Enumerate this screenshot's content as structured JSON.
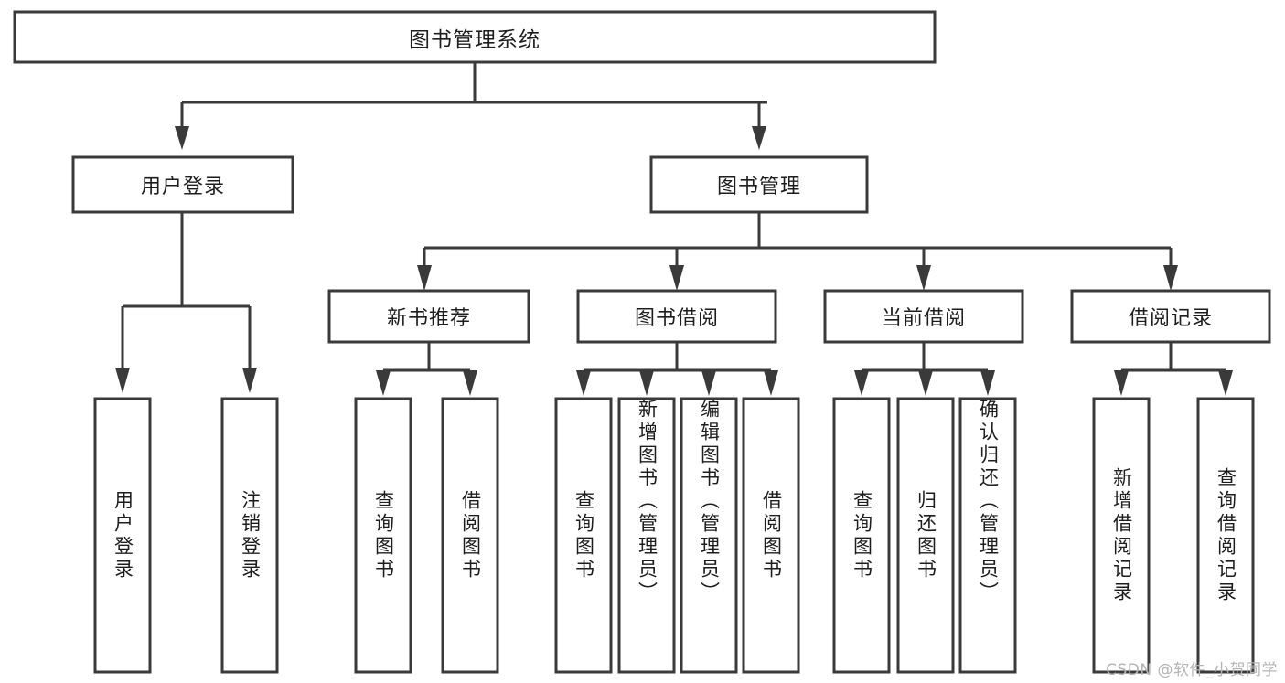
{
  "diagram": {
    "kind": "tree-hierarchy-diagram",
    "title": "图书管理系统",
    "watermark": "CSDN @软件_小贺同学",
    "colors": {
      "stroke": "#3a3a3a",
      "box_fill": "#ffffff",
      "text": "#1d1d1d",
      "background": "#ffffff",
      "watermark": "#b4b4b4"
    },
    "root": {
      "id": "root",
      "label": "图书管理系统",
      "orientation": "horizontal"
    },
    "level2": [
      {
        "id": "user-login",
        "label": "用户登录",
        "orientation": "horizontal"
      },
      {
        "id": "book-management",
        "label": "图书管理",
        "orientation": "horizontal"
      }
    ],
    "level3": [
      {
        "id": "new-book-recommend",
        "label": "新书推荐",
        "orientation": "horizontal",
        "parent": "book-management"
      },
      {
        "id": "book-borrow",
        "label": "图书借阅",
        "orientation": "horizontal",
        "parent": "book-management"
      },
      {
        "id": "current-borrow",
        "label": "当前借阅",
        "orientation": "horizontal",
        "parent": "book-management"
      },
      {
        "id": "borrow-record",
        "label": "借阅记录",
        "orientation": "horizontal",
        "parent": "book-management"
      }
    ],
    "leaves": [
      {
        "id": "leaf-user-login",
        "label": "用户登录",
        "orientation": "vertical",
        "parent": "user-login"
      },
      {
        "id": "leaf-user-logout",
        "label": "注销登录",
        "orientation": "vertical",
        "parent": "user-login"
      },
      {
        "id": "leaf-query-book-1",
        "label": "查询图书",
        "orientation": "vertical",
        "parent": "new-book-recommend"
      },
      {
        "id": "leaf-borrow-book-1",
        "label": "借阅图书",
        "orientation": "vertical",
        "parent": "new-book-recommend"
      },
      {
        "id": "leaf-query-book-2",
        "label": "查询图书",
        "orientation": "vertical",
        "parent": "book-borrow"
      },
      {
        "id": "leaf-add-book",
        "label": "新增图书（管理员）",
        "orientation": "vertical",
        "parent": "book-borrow"
      },
      {
        "id": "leaf-edit-book",
        "label": "编辑图书（管理员）",
        "orientation": "vertical",
        "parent": "book-borrow"
      },
      {
        "id": "leaf-borrow-book-2",
        "label": "借阅图书",
        "orientation": "vertical",
        "parent": "book-borrow"
      },
      {
        "id": "leaf-query-book-3",
        "label": "查询图书",
        "orientation": "vertical",
        "parent": "current-borrow"
      },
      {
        "id": "leaf-return-book",
        "label": "归还图书",
        "orientation": "vertical",
        "parent": "current-borrow"
      },
      {
        "id": "leaf-confirm-return",
        "label": "确认归还（管理员）",
        "orientation": "vertical",
        "parent": "current-borrow"
      },
      {
        "id": "leaf-add-record",
        "label": "新增借阅记录",
        "orientation": "vertical",
        "parent": "borrow-record"
      },
      {
        "id": "leaf-query-record",
        "label": "查询借阅记录",
        "orientation": "vertical",
        "parent": "borrow-record"
      }
    ]
  }
}
